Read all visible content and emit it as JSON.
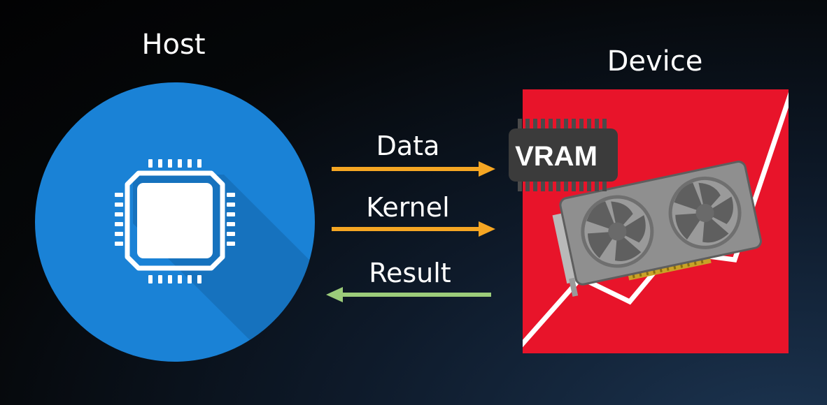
{
  "host": {
    "title": "Host",
    "icon": "cpu-chip-icon",
    "circle_color": "#1a82d6"
  },
  "device": {
    "title": "Device",
    "background_color": "#e8142a",
    "vram_label": "VRAM",
    "icons": [
      "vram-chip-icon",
      "graphics-card-icon",
      "trend-line-icon"
    ]
  },
  "arrows": [
    {
      "label": "Data",
      "direction": "host-to-device",
      "color": "#f5a623"
    },
    {
      "label": "Kernel",
      "direction": "host-to-device",
      "color": "#f5a623"
    },
    {
      "label": "Result",
      "direction": "device-to-host",
      "color": "#9ccc7a"
    }
  ]
}
